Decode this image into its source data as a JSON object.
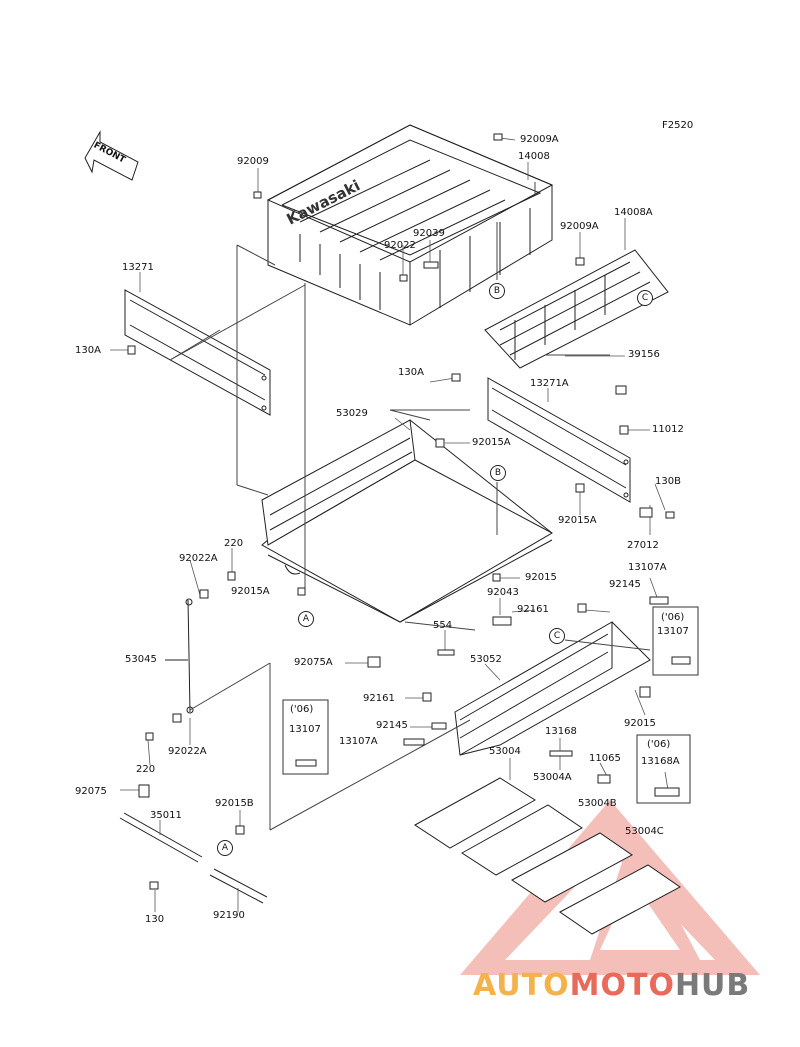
{
  "figure_code": "F2520",
  "front_label": "FRONT",
  "bed_brand": "Kawasaki",
  "labels": {
    "p92009": "92009",
    "p92009A_top": "92009A",
    "p14008": "14008",
    "p14008A": "14008A",
    "p92009A_right": "92009A",
    "p13271": "13271",
    "p92039": "92039",
    "p92022": "92022",
    "p130A_left": "130A",
    "p39156": "39156",
    "p130A_right": "130A",
    "p13271A": "13271A",
    "p53029": "53029",
    "p92015A_center": "92015A",
    "p11012": "11012",
    "p130B": "130B",
    "p92015A_right": "92015A",
    "p27012": "27012",
    "p220_top": "220",
    "p92022A_top": "92022A",
    "p92015A_left": "92015A",
    "p92015": "92015",
    "p13107A_top": "13107A",
    "p92043": "92043",
    "p92145_top": "92145",
    "p92161_top": "92161",
    "p13107_a": "13107",
    "p554": "554",
    "p53045": "53045",
    "p92075A": "92075A",
    "p53052": "53052",
    "p92161_mid": "92161",
    "p92015_right": "92015",
    "p13107_b": "13107",
    "p92145_mid": "92145",
    "p13107A_mid": "13107A",
    "p13168": "13168",
    "p92022A_bottom": "92022A",
    "p53004": "53004",
    "p11065": "11065",
    "p13168A": "13168A",
    "p220_bottom": "220",
    "p53004A": "53004A",
    "p53004B": "53004B",
    "p92075": "92075",
    "p92015B": "92015B",
    "p35011": "35011",
    "p53004C": "53004C",
    "p130": "130",
    "p92190": "92190"
  },
  "year_notes": {
    "y1": "('06)",
    "y2": "('06)",
    "y3": "('06)"
  },
  "callouts": {
    "c_B_top": "B",
    "c_C_top": "C",
    "c_B_mid": "B",
    "c_A_mid": "A",
    "c_C_mid": "C",
    "c_A_bottom": "A"
  },
  "watermark": {
    "part1": "AUTO",
    "part2": "MOTO",
    "part3": "HUB"
  }
}
